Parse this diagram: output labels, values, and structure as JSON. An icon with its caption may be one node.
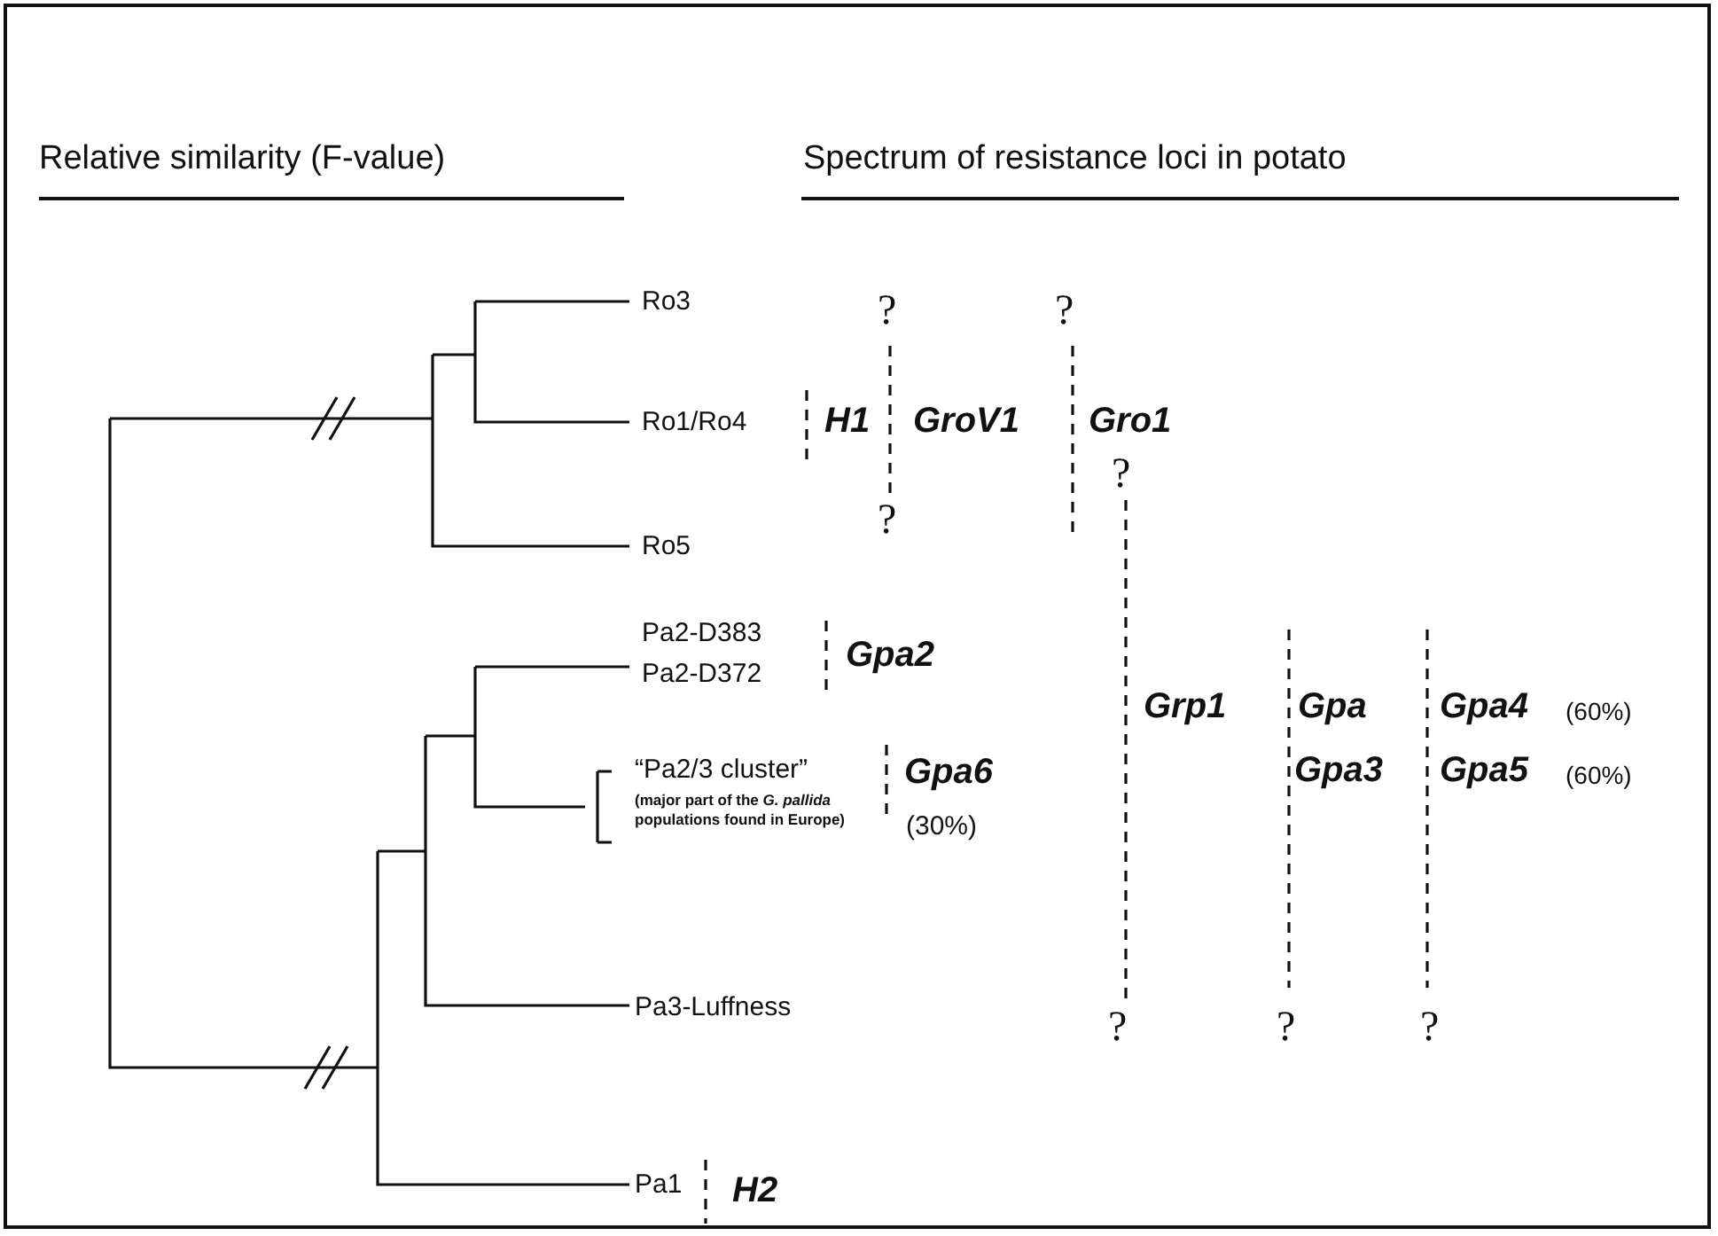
{
  "diagram": {
    "labels": [
      "Relative similarity (F-value)",
      "Spectrum of resistance loci in potato",
      "Ro3",
      "?",
      "?",
      "Ro1/Ro4",
      "H1",
      "GroV1",
      "Gro1",
      "?",
      "Ro5",
      "?",
      "Pa2-D383",
      "Pa2-D372",
      "Gpa2",
      "Grp1",
      "Gpa",
      "Gpa4",
      "(60%)",
      "“Pa2/3 cluster”",
      "(major part of the *G. pallida* populations found in Europe)",
      "Gpa6",
      "Gpa3",
      "Gpa5",
      "(60%)",
      "(30%)",
      "Pa3-Luffness",
      "?",
      "?",
      "?",
      "Pa1",
      "H2"
    ]
  }
}
